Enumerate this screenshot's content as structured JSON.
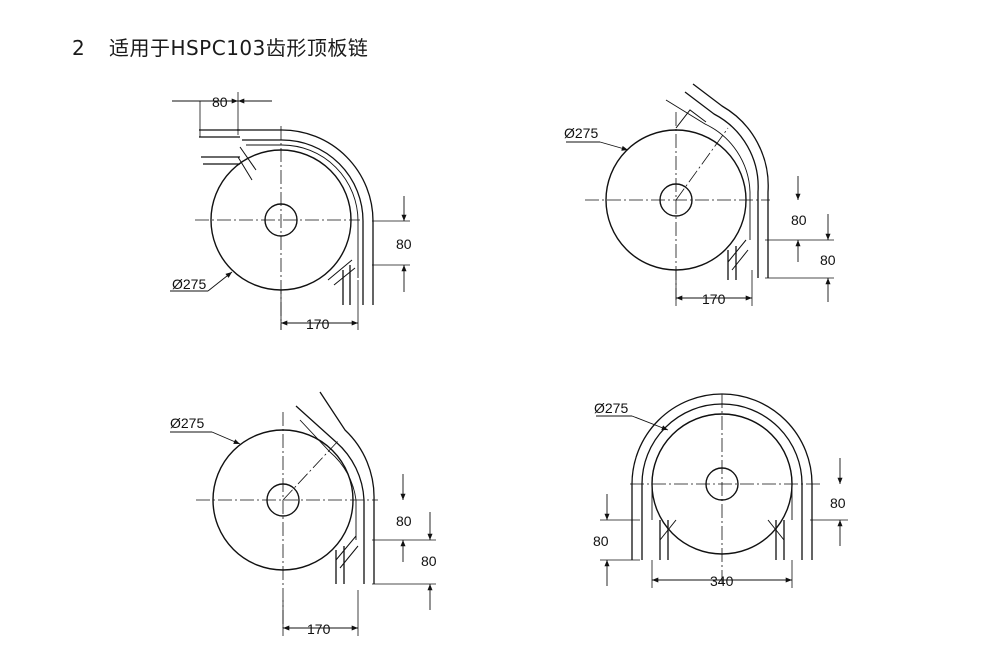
{
  "heading": {
    "number": "2",
    "text": "适用于HSPC103齿形顶板链"
  },
  "views": {
    "top_left": {
      "diameter": "Ø275",
      "width_top": "80",
      "height_right": "80",
      "bottom_width": "170"
    },
    "top_right": {
      "diameter": "Ø275",
      "height_inner": "80",
      "height_outer": "80",
      "bottom_width": "170"
    },
    "bottom_left": {
      "diameter": "Ø275",
      "height_inner": "80",
      "height_outer": "80",
      "bottom_width": "170"
    },
    "bottom_right": {
      "diameter": "Ø275",
      "height_left": "80",
      "height_right": "80",
      "bottom_width": "340"
    }
  }
}
